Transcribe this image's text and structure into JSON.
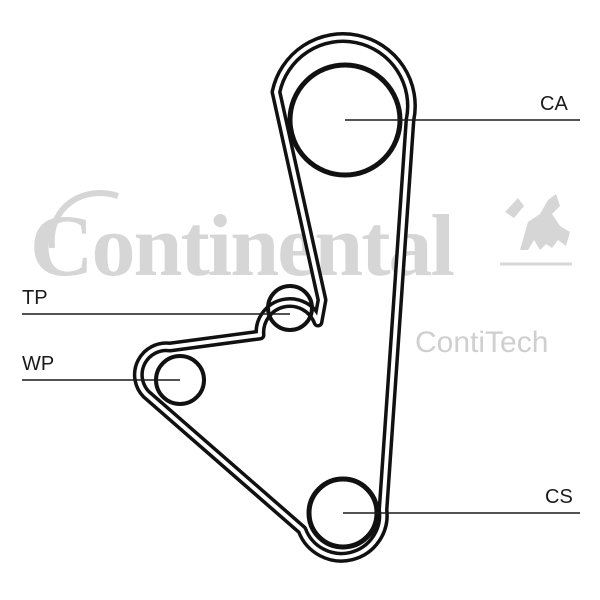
{
  "watermark": {
    "brand": "Continental",
    "sub_brand": "ContiTech",
    "logo_icon": "horse-icon"
  },
  "labels": {
    "ca": "CA",
    "tp": "TP",
    "wp": "WP",
    "cs": "CS"
  },
  "colors": {
    "belt": "#111111",
    "watermark": "#d6d6d6",
    "leader": "#1a1a1a"
  }
}
